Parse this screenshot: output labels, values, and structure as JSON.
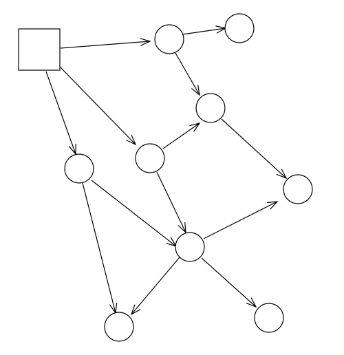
{
  "diagram": {
    "type": "directed-graph",
    "stroke_color": "#000000",
    "fill_color": "#ffffff",
    "nodes": [
      {
        "id": "root",
        "shape": "square"
      },
      {
        "id": "n1",
        "shape": "circle"
      },
      {
        "id": "n2",
        "shape": "circle"
      },
      {
        "id": "n3",
        "shape": "circle"
      },
      {
        "id": "n4",
        "shape": "circle"
      },
      {
        "id": "n5",
        "shape": "circle"
      },
      {
        "id": "n6",
        "shape": "circle"
      },
      {
        "id": "n7",
        "shape": "circle"
      },
      {
        "id": "n8",
        "shape": "circle"
      },
      {
        "id": "n9",
        "shape": "circle"
      }
    ],
    "edges": [
      {
        "from": "root",
        "to": "n1"
      },
      {
        "from": "root",
        "to": "n5"
      },
      {
        "from": "root",
        "to": "n4"
      },
      {
        "from": "n1",
        "to": "n2"
      },
      {
        "from": "n1",
        "to": "n3"
      },
      {
        "from": "n3",
        "to": "n6"
      },
      {
        "from": "n4",
        "to": "n3"
      },
      {
        "from": "n4",
        "to": "n7"
      },
      {
        "from": "n5",
        "to": "n7"
      },
      {
        "from": "n5",
        "to": "n8"
      },
      {
        "from": "n7",
        "to": "n6"
      },
      {
        "from": "n7",
        "to": "n8"
      },
      {
        "from": "n7",
        "to": "n9"
      }
    ]
  }
}
